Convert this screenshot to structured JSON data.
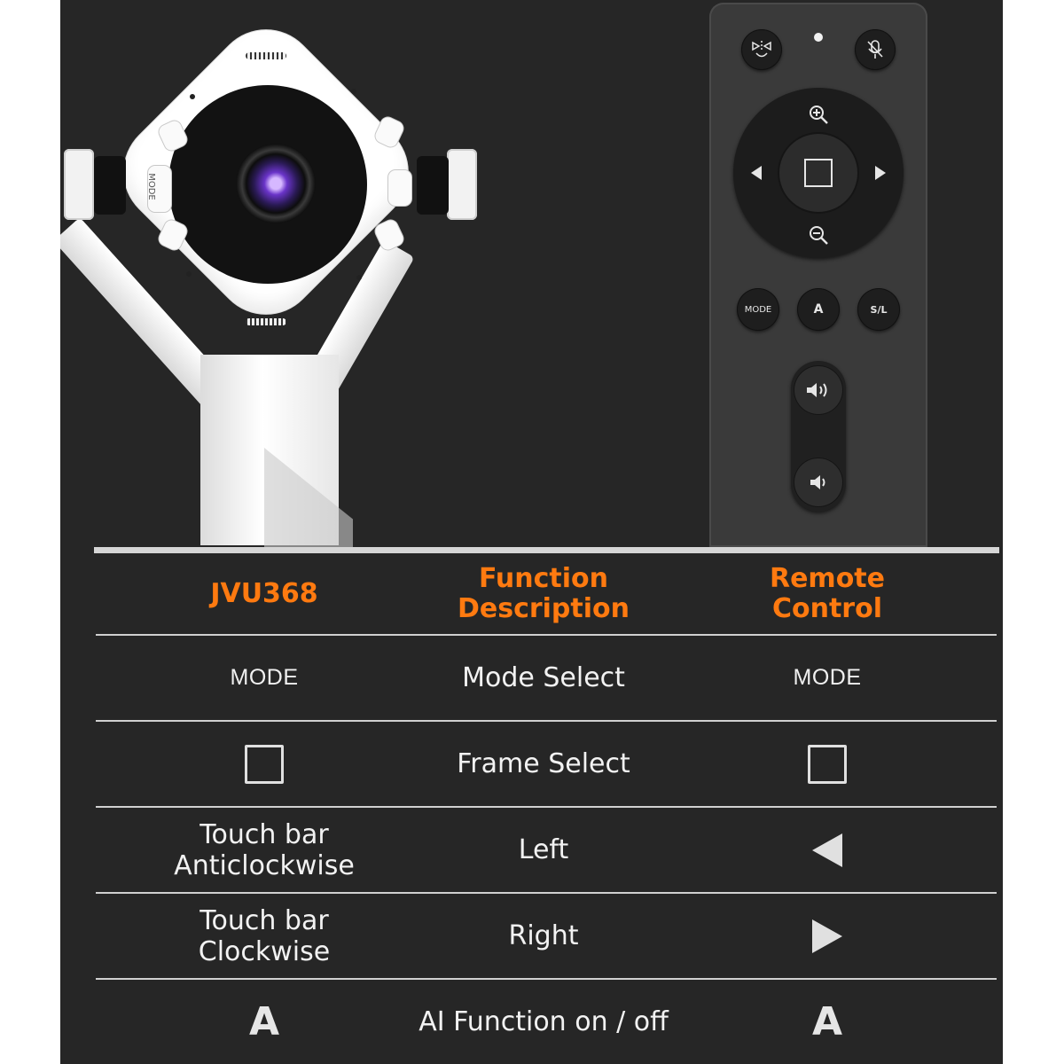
{
  "camera": {
    "mode_button_label": "MODE"
  },
  "remote": {
    "mode_label": "MODE",
    "a_label": "A",
    "sl_label": "S/L"
  },
  "table": {
    "headers": {
      "device": "JVU368",
      "function_line1": "Function",
      "function_line2": "Description",
      "remote_line1": "Remote",
      "remote_line2": "Control"
    },
    "rows": [
      {
        "device": "MODE",
        "function": "Mode Select",
        "remote": "MODE"
      },
      {
        "device_icon": "square-frame-icon",
        "function": "Frame Select",
        "remote_icon": "square-frame-icon"
      },
      {
        "device_line1": "Touch bar",
        "device_line2": "Anticlockwise",
        "function": "Left",
        "remote_icon": "left-arrow-icon"
      },
      {
        "device_line1": "Touch bar",
        "device_line2": "Clockwise",
        "function": "Right",
        "remote_icon": "right-arrow-icon"
      },
      {
        "device": "A",
        "function": "AI Function on / off",
        "remote": "A"
      }
    ]
  },
  "colors": {
    "header_orange": "#ff7a10",
    "panel_background": "#262626"
  }
}
